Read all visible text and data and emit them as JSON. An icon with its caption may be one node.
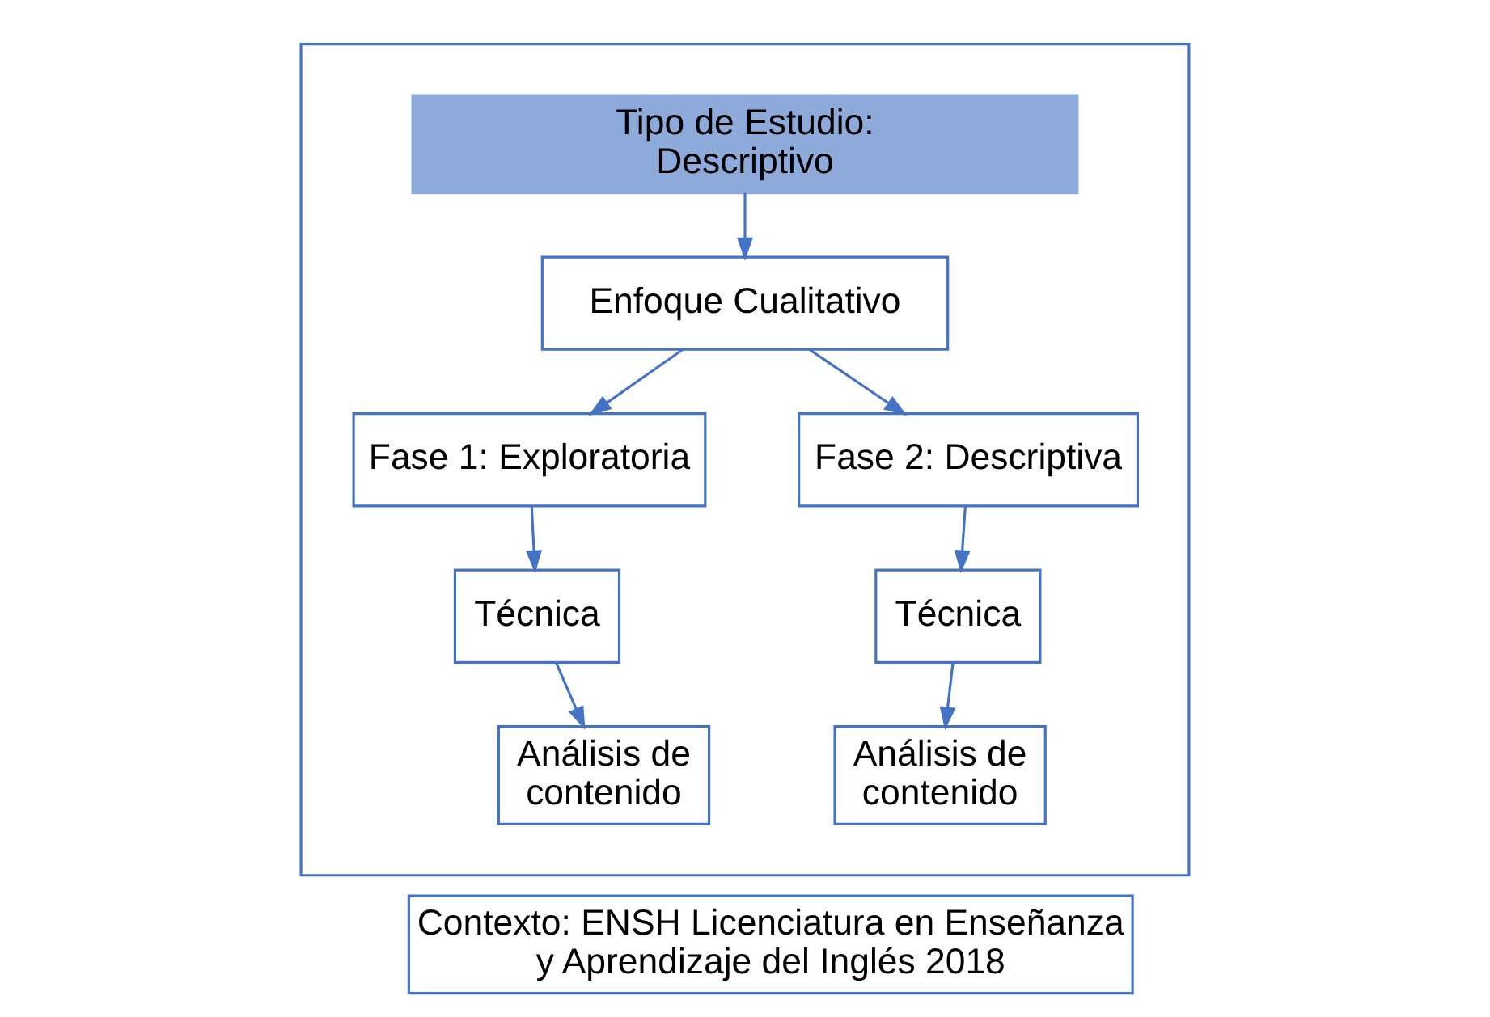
{
  "diagram": {
    "nodes": [
      {
        "text": [],
        "shape": "box"
      },
      {
        "text": [
          "Tipo de Estudio: Descriptivo"
        ],
        "in": 0
      },
      {
        "text": [
          "Enfoque Cualitativo"
        ],
        "in": 0
      },
      {
        "text": [
          "Fase 1: Exploratoria"
        ],
        "in": 0
      },
      {
        "text": [
          "Fase 2: Descriptiva"
        ],
        "in": 0
      },
      {
        "text": [
          "Técnica"
        ],
        "in": 0
      },
      {
        "text": [
          "Análisis de contenido"
        ],
        "in": 0
      },
      {
        "text": [
          "Técnica"
        ],
        "in": 0
      },
      {
        "text": [
          "Análisis de contenido"
        ],
        "in": 0
      },
      {
        "text": [
          "Contexto: ENSH Licenciatura en Enseñanza y Aprendizaje del Inglés 2018"
        ]
      }
    ],
    "edges": [
      {
        "from": 1,
        "to": 2,
        "arrow": "to",
        "color": "#4472c4"
      },
      {
        "from": 2,
        "to": 3,
        "arrow": "to",
        "color": "#4472c4"
      },
      {
        "from": 2,
        "to": 4,
        "arrow": "to",
        "color": "#4472c4"
      },
      {
        "from": 3,
        "to": 5,
        "arrow": "to",
        "color": "#4472c4"
      },
      {
        "from": 5,
        "to": 6,
        "arrow": "to",
        "color": "#4472c4"
      },
      {
        "from": 4,
        "to": 7,
        "arrow": "to",
        "color": "#4472c4"
      },
      {
        "from": 7,
        "to": 8,
        "arrow": "to",
        "color": "#4472c4"
      }
    ]
  }
}
